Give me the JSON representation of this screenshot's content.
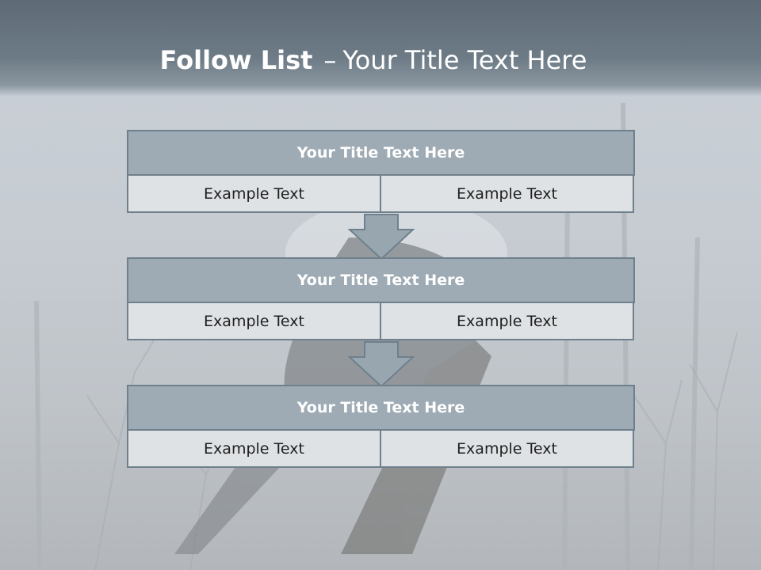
{
  "slide": {
    "title_bold": "Follow List",
    "title_dash": "–",
    "title_rest": "Your Title Text Here"
  },
  "steps": [
    {
      "title": "Your Title Text Here",
      "left": "Example Text",
      "right": "Example Text"
    },
    {
      "title": "Your Title Text Here",
      "left": "Example Text",
      "right": "Example Text"
    },
    {
      "title": "Your Title Text Here",
      "left": "Example Text",
      "right": "Example Text"
    }
  ],
  "colors": {
    "header": "#6d7b86",
    "block_title_fill": "#9eabb4",
    "block_border": "#6f808c",
    "cell_fill": "#dfe2e5",
    "arrow_fill": "#98a6b0"
  }
}
